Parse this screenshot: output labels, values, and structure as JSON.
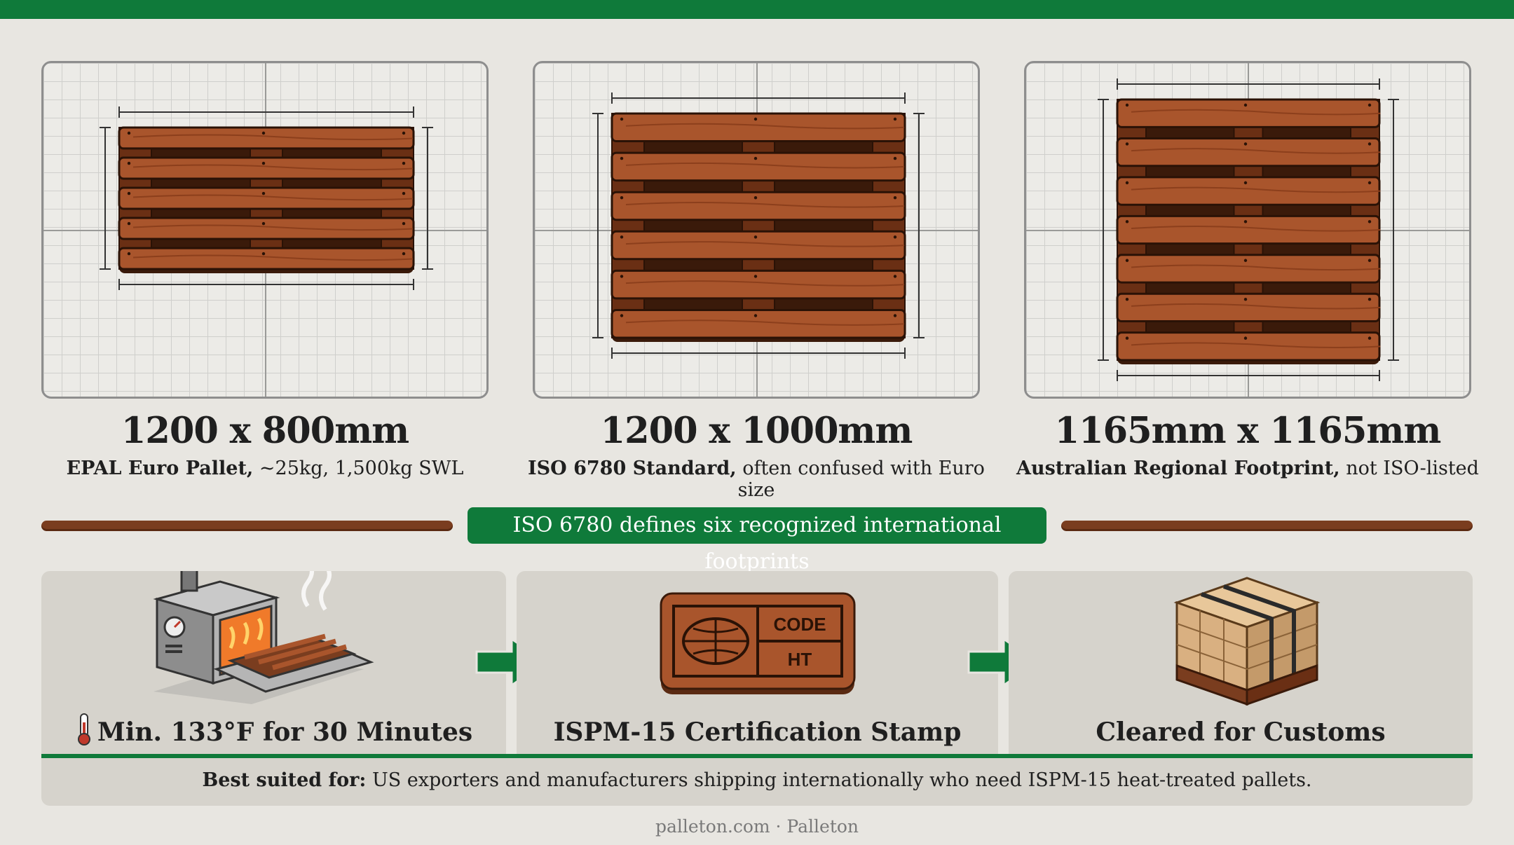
{
  "colors": {
    "brand_green": "#0f7a3a",
    "wood": "#a9552c",
    "wood_dark": "#6a2f14",
    "background": "#e8e6e1"
  },
  "pallets": [
    {
      "title": "1200 x 800mm",
      "desc_bold": "EPAL Euro Pallet,",
      "desc_rest": " ~25kg, 1,500kg SWL"
    },
    {
      "title": "1200 x 1000mm",
      "desc_bold": "ISO 6780 Standard,",
      "desc_rest": " often confused with Euro size"
    },
    {
      "title": "1165mm x 1165mm",
      "desc_bold": "Australian Regional Footprint,",
      "desc_rest": " not ISO-listed"
    }
  ],
  "banner": "ISO 6780 defines six recognized international footprints",
  "steps": [
    {
      "label": "Min. 133°F for 30 Minutes",
      "icon": "heat-treatment-oven-icon"
    },
    {
      "label": "ISPM-15 Certification Stamp",
      "icon": "ispm-stamp-icon",
      "stamp_code": "CODE",
      "stamp_ht": "HT"
    },
    {
      "label": "Cleared for Customs",
      "icon": "boxed-pallet-icon"
    }
  ],
  "note": {
    "bold": "Best suited for:",
    "text": " US exporters and manufacturers shipping internationally who need ISPM-15 heat-treated pallets."
  },
  "footer": "palleton.com · Palleton"
}
